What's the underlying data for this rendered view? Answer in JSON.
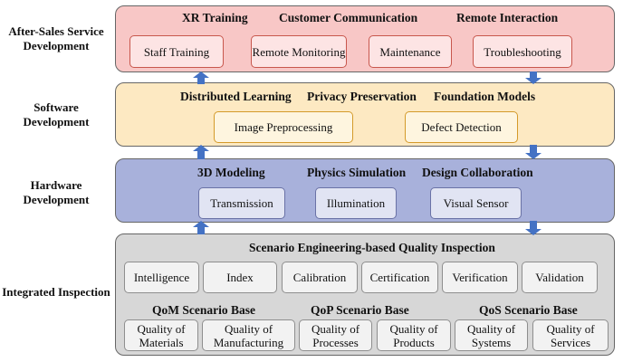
{
  "labels": {
    "after_sales": "After-Sales Service Development",
    "software": "Software Development",
    "hardware": "Hardware Development",
    "integrated": "Integrated Inspection"
  },
  "after_sales": {
    "headers": [
      "XR Training",
      "Customer Communication",
      "Remote Interaction"
    ],
    "boxes": [
      "Staff Training",
      "Remote Monitoring",
      "Maintenance",
      "Troubleshooting"
    ]
  },
  "software": {
    "headers": [
      "Distributed Learning",
      "Privacy Preservation",
      "Foundation Models"
    ],
    "boxes": [
      "Image Preprocessing",
      "Defect Detection"
    ]
  },
  "hardware": {
    "headers": [
      "3D Modeling",
      "Physics Simulation",
      "Design Collaboration"
    ],
    "boxes": [
      "Transmission",
      "Illumination",
      "Visual Sensor"
    ]
  },
  "integrated": {
    "title": "Scenario Engineering-based Quality Inspection",
    "boxes": [
      "Intelligence",
      "Index",
      "Calibration",
      "Certification",
      "Verification",
      "Validation"
    ],
    "bases": [
      "QoM Scenario Base",
      "QoP Scenario Base",
      "QoS Scenario Base"
    ],
    "quality": [
      "Quality of Materials",
      "Quality of Manufacturing",
      "Quality of Processes",
      "Quality of Products",
      "Quality of Systems",
      "Quality of Services"
    ]
  },
  "colors": {
    "arrow": "#4472c4",
    "after_sales_fill": "#f8c7c6",
    "software_fill": "#fde9c2",
    "hardware_fill": "#a8b1db",
    "integrated_fill": "#d7d7d7"
  }
}
